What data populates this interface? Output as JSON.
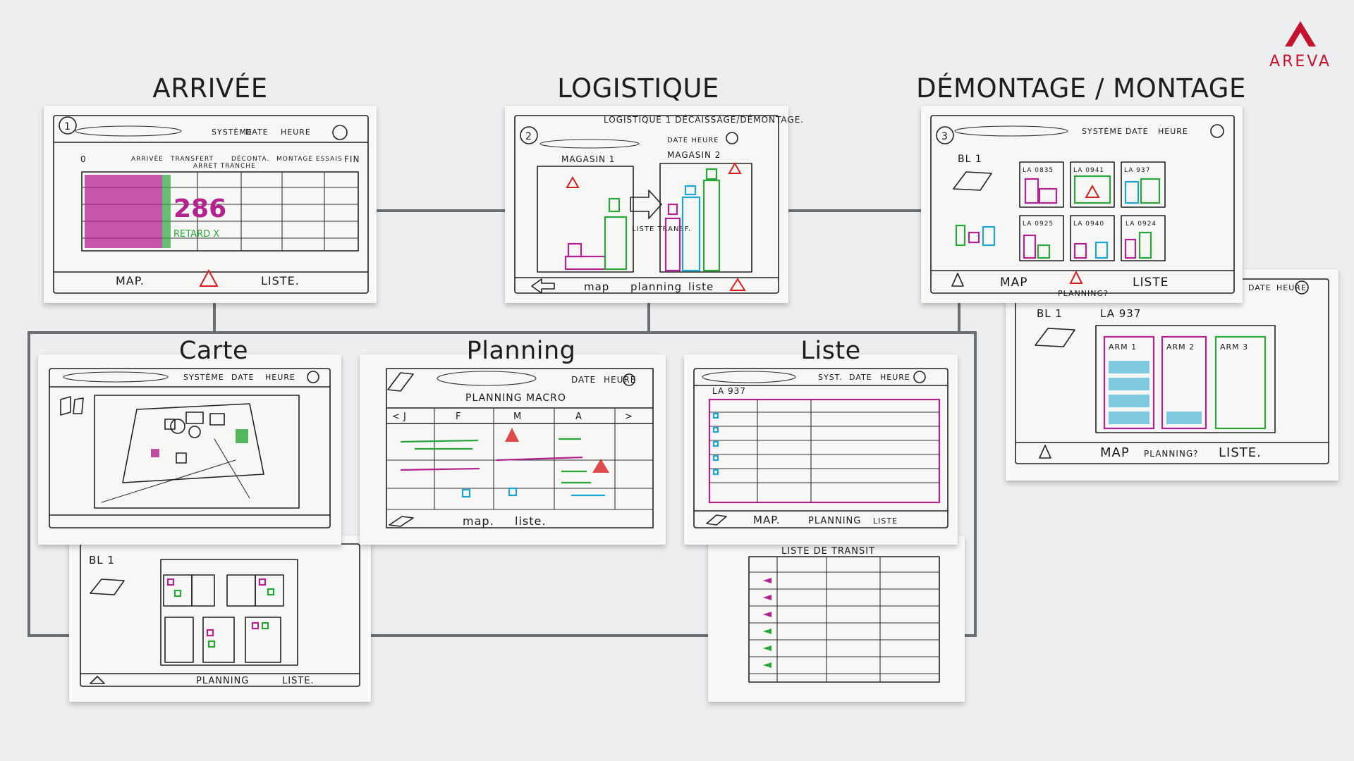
{
  "brand": {
    "name": "AREVA",
    "color": "#c4122f"
  },
  "sections": {
    "arrivee": "ARRIVÉE",
    "logistique": "LOGISTIQUE",
    "demontage": "DÉMONTAGE / MONTAGE",
    "carte": "Carte",
    "planning": "Planning",
    "liste": "Liste"
  },
  "sketches": {
    "arrivee": {
      "number": "1",
      "header": [
        "SYSTÈME",
        "DATE",
        "HEURE"
      ],
      "columns": [
        "ARRIVÉE",
        "TRANSFERT",
        "ARRET TRANCHE",
        "DÉCONTA.",
        "MONTAGE ESSAIS"
      ],
      "start": "0",
      "end": "FIN",
      "count": "286",
      "note": "RETARD X",
      "footer": [
        "MAP.",
        "LISTE."
      ]
    },
    "logistique": {
      "number": "2",
      "heading": "LOGISTIQUE 1 DÉCAISSAGE/DÉMONTAGE.",
      "datetime": "DATE HEURE",
      "store1": "MAGASIN 1",
      "store2": "MAGASIN 2",
      "arrow_label": "LISTE TRANSF.",
      "footer": [
        "map",
        "planning",
        "liste"
      ]
    },
    "demontage": {
      "number": "3",
      "header": [
        "SYSTÈME",
        "DATE",
        "HEURE"
      ],
      "bl": "BL 1",
      "cells": [
        "LA 0835",
        "LA 0941",
        "LA 937",
        "LA 0925",
        "LA 0940",
        "LA 0924"
      ],
      "footer": [
        "MAP",
        "PLANNING?",
        "LISTE"
      ]
    },
    "demontage_detail": {
      "header": [
        "DATE",
        "HEURE"
      ],
      "bl": "BL 1",
      "code": "LA 937",
      "columns": [
        "ARM 1",
        "ARM 2",
        "ARM 3"
      ],
      "footer": [
        "MAP",
        "PLANNING?",
        "LISTE."
      ]
    },
    "carte": {
      "header": [
        "SYSTÈME",
        "DATE",
        "HEURE"
      ]
    },
    "carte_detail": {
      "bl": "BL 1",
      "footer": [
        "PLANNING",
        "LISTE."
      ]
    },
    "planning": {
      "header": [
        "DATE",
        "HEURE"
      ],
      "heading": "PLANNING MACRO",
      "months": [
        "J",
        "F",
        "M",
        "A"
      ],
      "footer": [
        "map.",
        "liste."
      ]
    },
    "liste": {
      "header": [
        "SYST.",
        "DATE",
        "HEURE"
      ],
      "code": "LA 937",
      "footer": [
        "MAP.",
        "PLANNING",
        "LISTE"
      ]
    },
    "liste_detail": {
      "heading": "LISTE DE TRANSIT"
    }
  },
  "colors": {
    "magenta": "#b3228f",
    "green": "#2aa53a",
    "cyan": "#1fa6d0",
    "red": "#d62020",
    "connector": "#6c6f73"
  }
}
